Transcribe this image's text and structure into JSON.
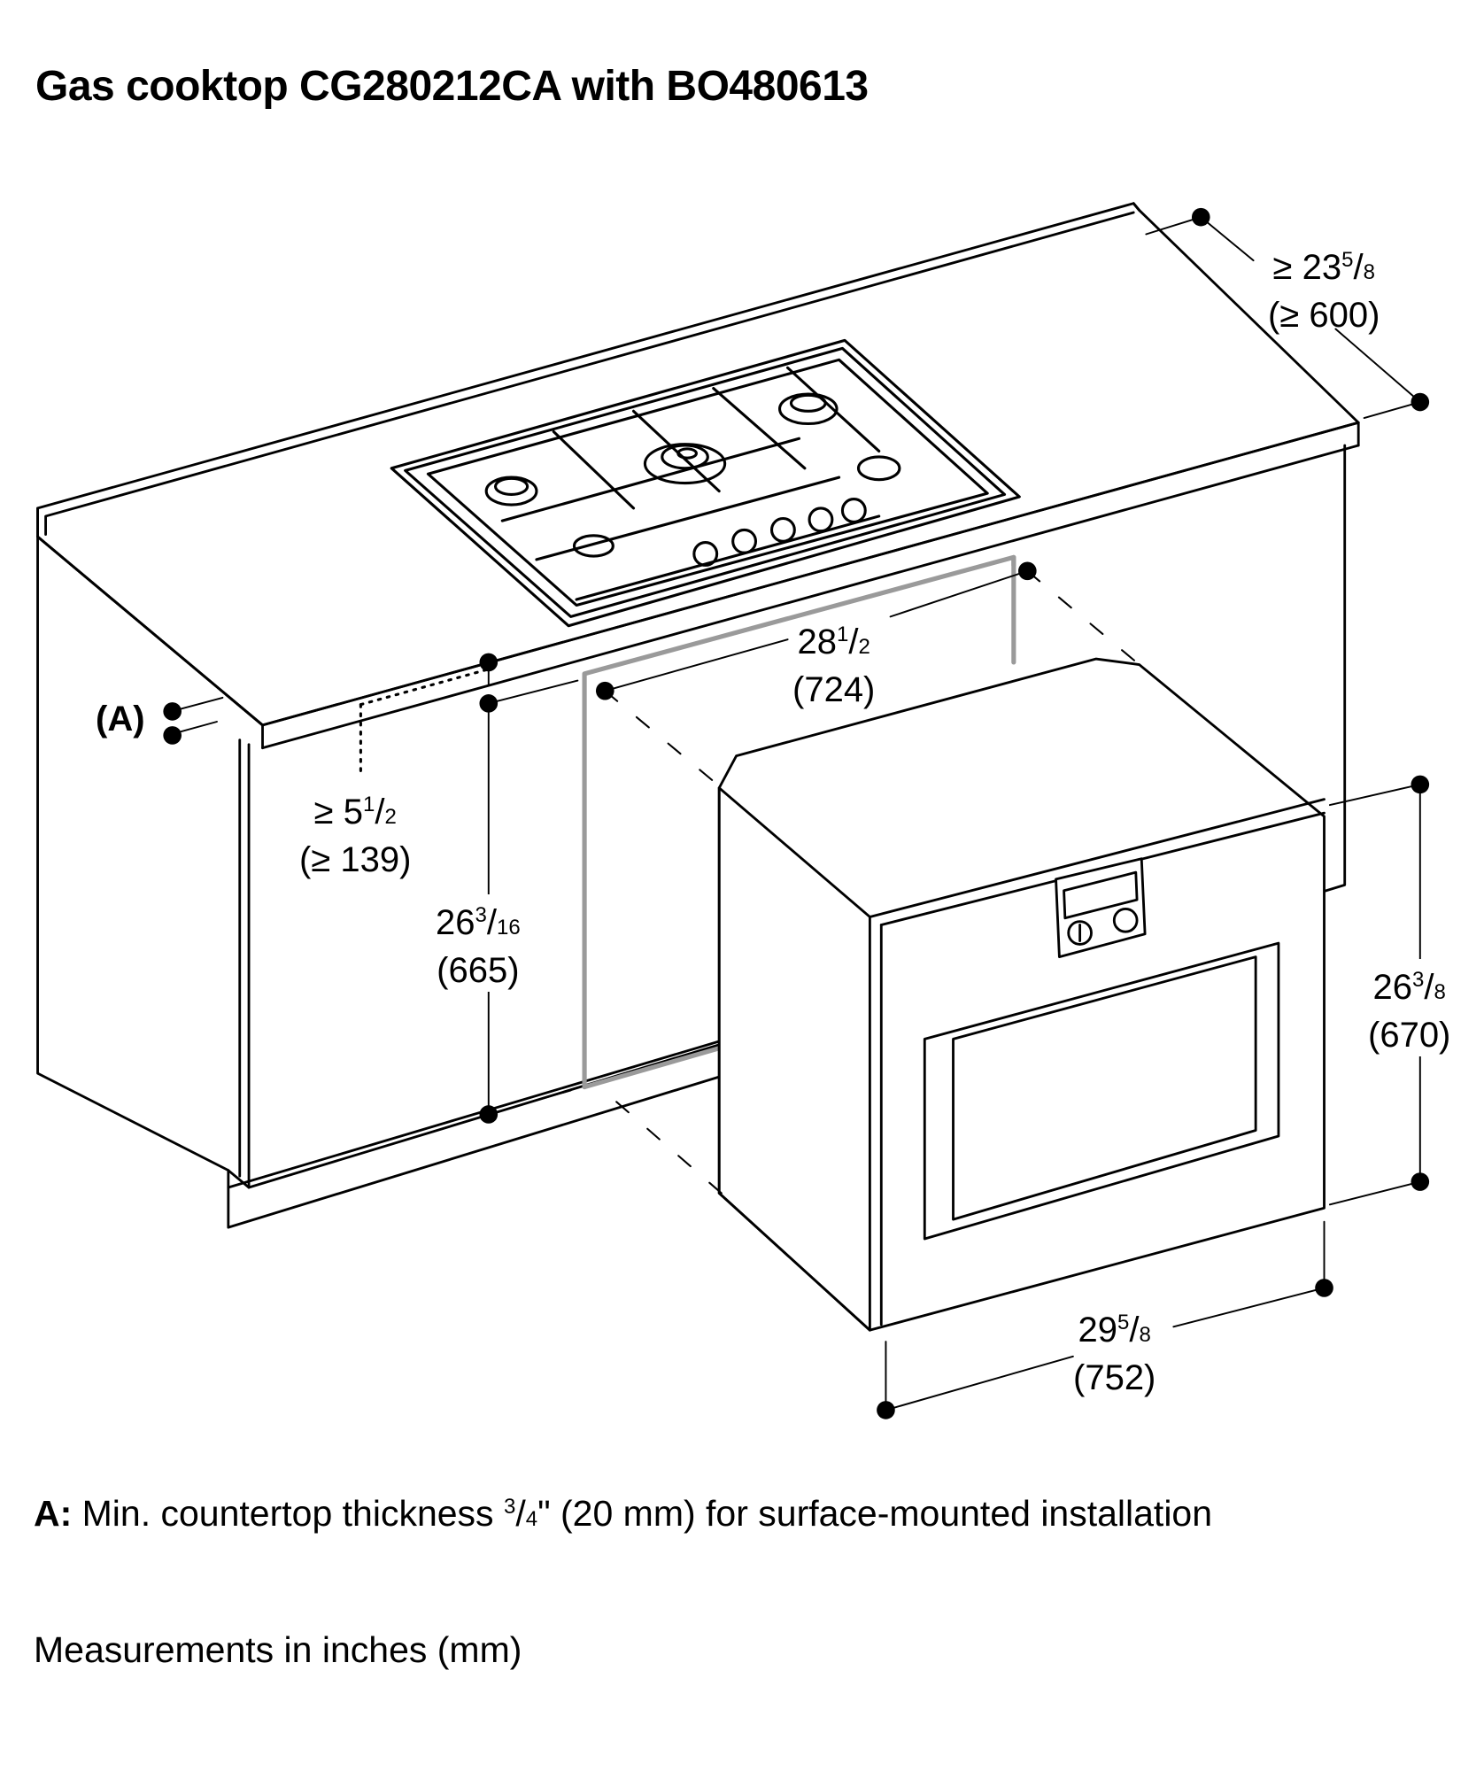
{
  "title": "Gas cooktop CG280212CA with BO480613",
  "note": {
    "key": "A:",
    "text_before": " Min. countertop thickness ",
    "frac_num": "3",
    "frac_den": "4",
    "text_after": "\" (20 mm) for surface-mounted installation"
  },
  "units_note": "Measurements in inches (mm)",
  "callout_A": "(A)",
  "dimensions": {
    "depth": {
      "prefix": "≥ ",
      "whole": "23",
      "num": "5",
      "den": "8",
      "mm": "(≥ 600)"
    },
    "clearance": {
      "prefix": "≥ ",
      "whole": "5",
      "num": "1",
      "den": "2",
      "mm": "(≥ 139)"
    },
    "niche_height": {
      "prefix": "",
      "whole": "26",
      "num": "3",
      "den": "16",
      "mm": "(665)"
    },
    "niche_width": {
      "prefix": "",
      "whole": "28",
      "num": "1",
      "den": "2",
      "mm": "(724)"
    },
    "oven_height": {
      "prefix": "",
      "whole": "26",
      "num": "3",
      "den": "8",
      "mm": "(670)"
    },
    "oven_width": {
      "prefix": "",
      "whole": "29",
      "num": "5",
      "den": "8",
      "mm": "(752)"
    }
  },
  "colors": {
    "line": "#000000",
    "cutout": "#9a9a9a",
    "background": "#ffffff"
  }
}
